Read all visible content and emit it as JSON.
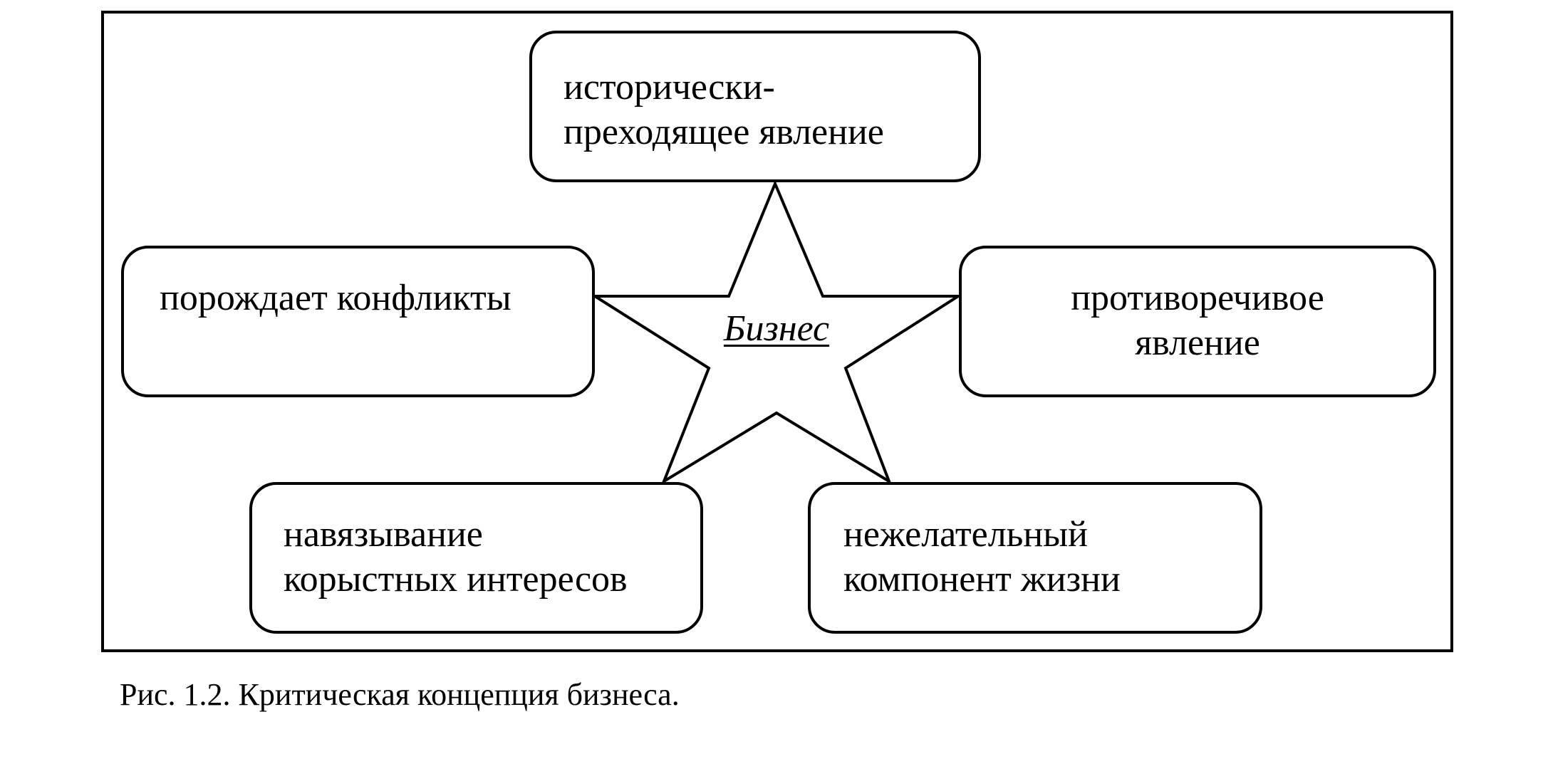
{
  "diagram": {
    "center": {
      "label": "Бизнес"
    },
    "nodes": {
      "top": {
        "lines": [
          "исторически-",
          "преходящее явление"
        ]
      },
      "left": {
        "lines": [
          "порождает конфликты"
        ]
      },
      "right": {
        "lines": [
          "противоречивое",
          "явление"
        ]
      },
      "bottom_left": {
        "lines": [
          "навязывание",
          "корыстных интересов"
        ]
      },
      "bottom_right": {
        "lines": [
          "нежелательный",
          "компонент жизни"
        ]
      }
    },
    "colors": {
      "stroke": "#000000",
      "background": "#ffffff"
    }
  },
  "caption": "Рис. 1.2. Критическая концепция бизнеса."
}
